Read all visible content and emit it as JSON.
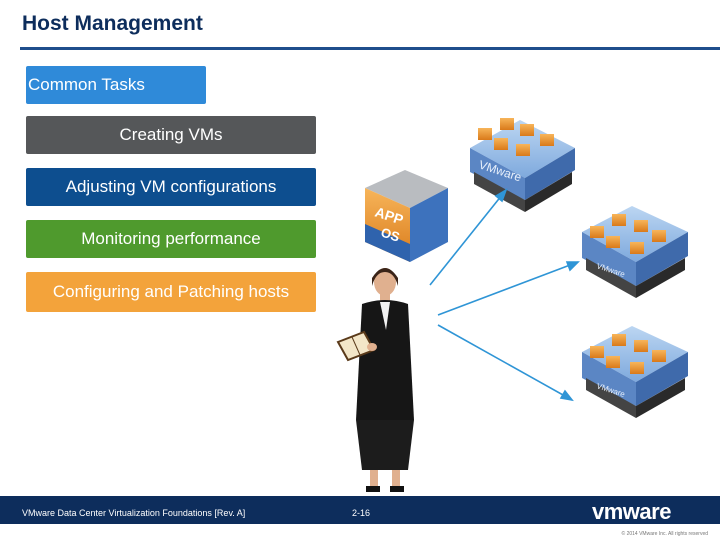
{
  "slide": {
    "title": "Host Management",
    "tasks": [
      "Common Tasks",
      "Creating VMs",
      "Adjusting VM configurations",
      "Monitoring performance",
      "Configuring and Patching hosts"
    ],
    "diagram": {
      "app_box_line1": "APP",
      "app_box_line2": "OS",
      "host_label": "VMware"
    },
    "footer": {
      "course": "VMware Data Center Virtualization Foundations [Rev. A]",
      "page": "2-16",
      "logo": "vmware",
      "copyright": "© 2014 VMware Inc. All rights reserved"
    },
    "colors": {
      "title": "#0d2d5c",
      "common_tasks": "#2f8ad9",
      "creating_vms": "#555759",
      "adjusting": "#0d4e8f",
      "monitoring": "#4f9a2d",
      "configuring": "#f3a33b",
      "footer": "#0d2d5c"
    }
  }
}
